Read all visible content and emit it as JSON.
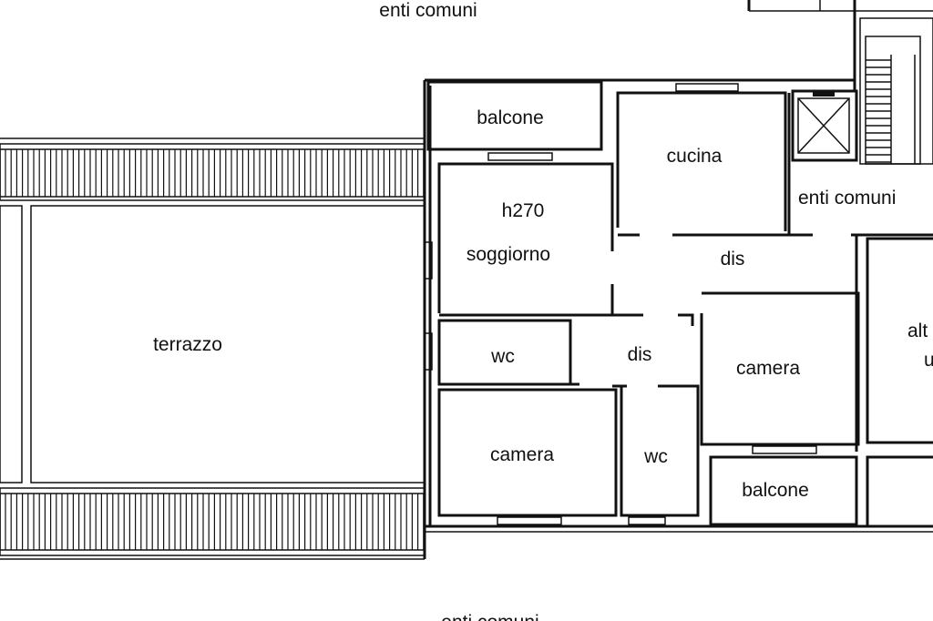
{
  "rooms": {
    "enti_comuni_top": "enti comuni",
    "balcone_top": "balcone",
    "cucina": "cucina",
    "enti_comuni_right": "enti comuni",
    "height_label": "h270",
    "soggiorno": "soggiorno",
    "dis_upper": "dis",
    "terrazzo": "terrazzo",
    "wc_left": "wc",
    "dis_lower": "dis",
    "camera_right": "camera",
    "camera_left": "camera",
    "wc_right": "wc",
    "balcone_bottom": "balcone",
    "enti_comuni_bottom": "enti comuni",
    "partial_alt": "alt",
    "partial_u": "u"
  },
  "colors": {
    "line": "#111111",
    "background": "#ffffff"
  }
}
